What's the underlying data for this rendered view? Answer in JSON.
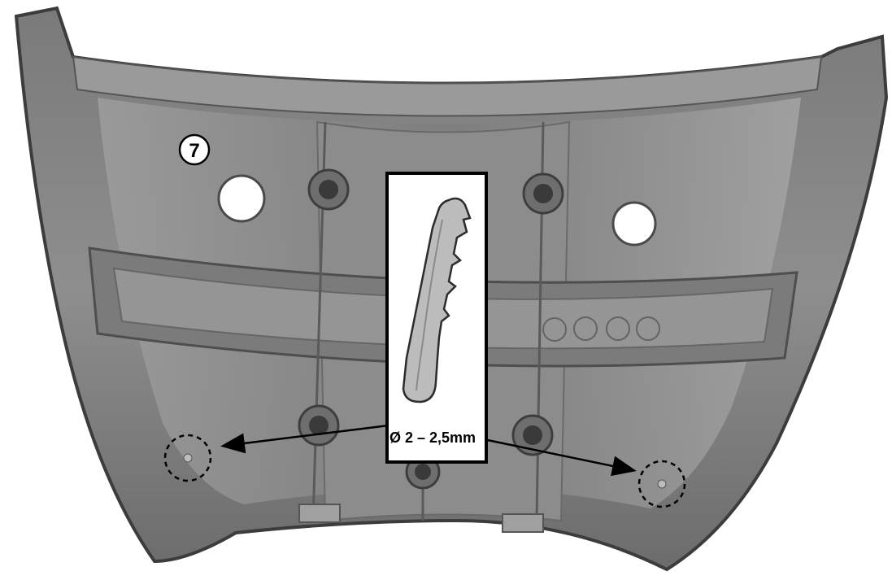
{
  "step_badge": {
    "number": "7"
  },
  "dimension_label": "Ø 2 – 2,5mm",
  "colors": {
    "background": "#ffffff",
    "part_dark": "#5e5e5e",
    "part_mid": "#8a8a8a",
    "part_light": "#a9a9a9",
    "callout_border": "#000000",
    "callout_fill": "#ffffff",
    "drill_bit": "#b9b9b9",
    "arrow": "#000000"
  },
  "icons": [
    "step-number-badge",
    "drill-bit-illustration",
    "drill-point-marker"
  ]
}
